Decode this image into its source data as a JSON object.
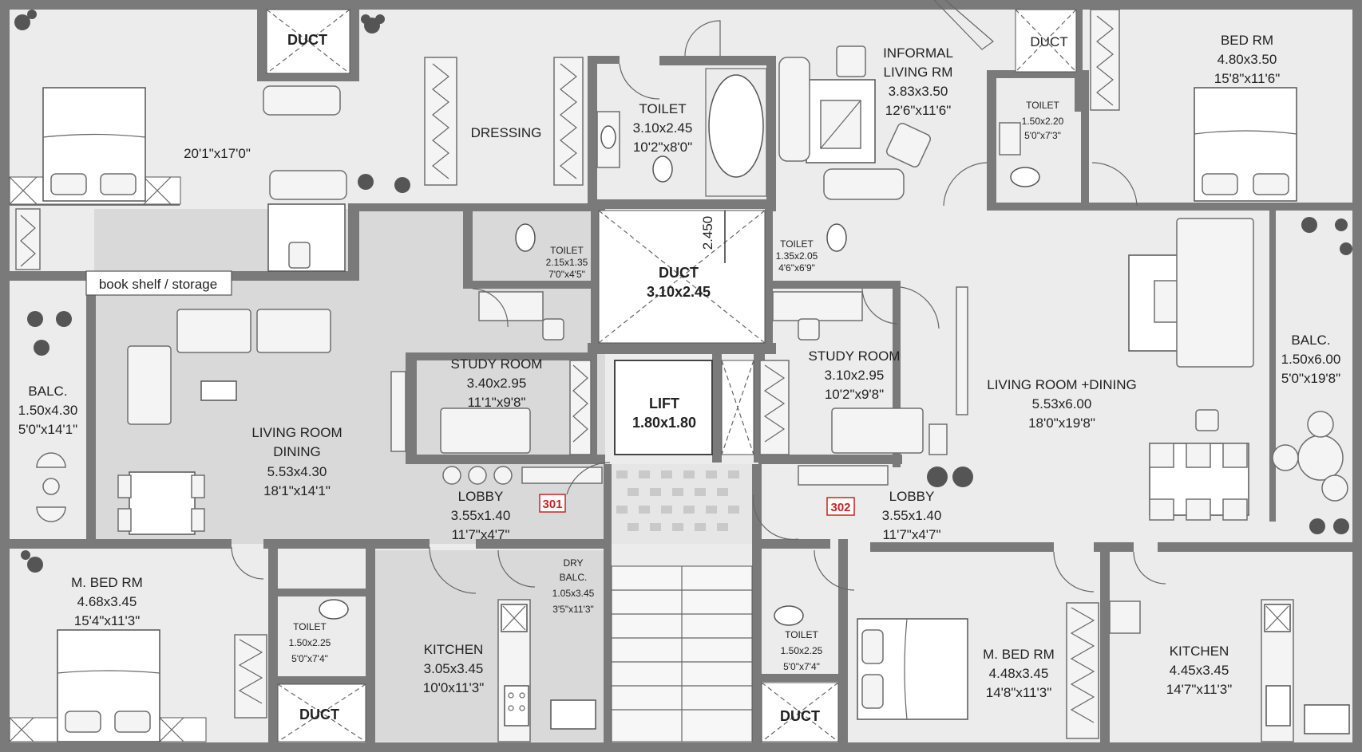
{
  "rooms": {
    "bed_top_left": {
      "size_ft": "20'1\"x17'0\""
    },
    "book_shelf": {
      "label": "book shelf / storage"
    },
    "duct_top_left": {
      "label": "DUCT"
    },
    "dressing": {
      "label": "DRESSING"
    },
    "toilet_top": {
      "label": "TOILET",
      "size_m": "3.10x2.45",
      "size_ft": "10'2\"x8'0\""
    },
    "informal_living": {
      "label1": "INFORMAL",
      "label2": "LIVING  RM",
      "size_m": "3.83x3.50",
      "size_ft": "12'6\"x11'6\""
    },
    "duct_top_right": {
      "label": "DUCT"
    },
    "toilet_top_right": {
      "label": "TOILET",
      "size_m": "1.50x2.20",
      "size_ft": "5'0\"x7'3\""
    },
    "bed_rm_top_right": {
      "label": "BED RM",
      "size_m": "4.80x3.50",
      "size_ft": "15'8\"x11'6\""
    },
    "toilet_small_left": {
      "label": "TOILET",
      "size_m": "2.15x1.35",
      "size_ft": "7'0\"x4'5\""
    },
    "duct_center": {
      "label": "DUCT",
      "size_m": "3.10x2.45",
      "dim": "2.450"
    },
    "toilet_small_right": {
      "label": "TOILET",
      "size_m": "1.35x2.05",
      "size_ft": "4'6\"x6'9\""
    },
    "balc_left": {
      "label": "BALC.",
      "size_m": "1.50x4.30",
      "size_ft": "5'0\"x14'1\""
    },
    "living_left": {
      "label1": "LIVING ROOM",
      "label2": "DINING",
      "size_m": "5.53x4.30",
      "size_ft": "18'1\"x14'1\""
    },
    "study_left": {
      "label": "STUDY ROOM",
      "size_m": "3.40x2.95",
      "size_ft": "11'1\"x9'8\""
    },
    "lift": {
      "label": "LIFT",
      "size_m": "1.80x1.80"
    },
    "study_right": {
      "label": "STUDY ROOM",
      "size_m": "3.10x2.95",
      "size_ft": "10'2\"x9'8\""
    },
    "living_right": {
      "label": "LIVING ROOM +DINING",
      "size_m": "5.53x6.00",
      "size_ft": "18'0\"x19'8\""
    },
    "balc_right": {
      "label": "BALC.",
      "size_m": "1.50x6.00",
      "size_ft": "5'0\"x19'8\""
    },
    "lobby_left": {
      "label": "LOBBY",
      "size_m": "3.55x1.40",
      "size_ft": "11'7\"x4'7\""
    },
    "lobby_right": {
      "label": "LOBBY",
      "size_m": "3.55x1.40",
      "size_ft": "11'7\"x4'7\""
    },
    "mbed_left": {
      "label": "M. BED RM",
      "size_m": "4.68x3.45",
      "size_ft": "15'4\"x11'3\""
    },
    "toilet_bottom_left": {
      "label": "TOILET",
      "size_m": "1.50x2.25",
      "size_ft": "5'0\"x7'4\""
    },
    "duct_bottom_left": {
      "label": "DUCT"
    },
    "kitchen_left": {
      "label": "KITCHEN",
      "size_m": "3.05x3.45",
      "size_ft": "10'0x11'3\""
    },
    "dry_balc": {
      "label1": "DRY",
      "label2": "BALC.",
      "size_m": "1.05x3.45",
      "size_ft": "3'5\"x11'3\""
    },
    "toilet_bottom_right": {
      "label": "TOILET",
      "size_m": "1.50x2.25",
      "size_ft": "5'0\"x7'4\""
    },
    "duct_bottom_right": {
      "label": "DUCT"
    },
    "mbed_right": {
      "label": "M. BED RM",
      "size_m": "4.48x3.45",
      "size_ft": "14'8\"x11'3\""
    },
    "kitchen_right": {
      "label": "KITCHEN",
      "size_m": "4.45x3.45",
      "size_ft": "14'7\"x11'3\""
    }
  },
  "flats": {
    "left": "301",
    "right": "302"
  },
  "colors": {
    "wall": "#7a7a7a",
    "floor_light": "#ececec",
    "floor_dark": "#d9d9d9",
    "flat_tag": "#cc2222"
  }
}
